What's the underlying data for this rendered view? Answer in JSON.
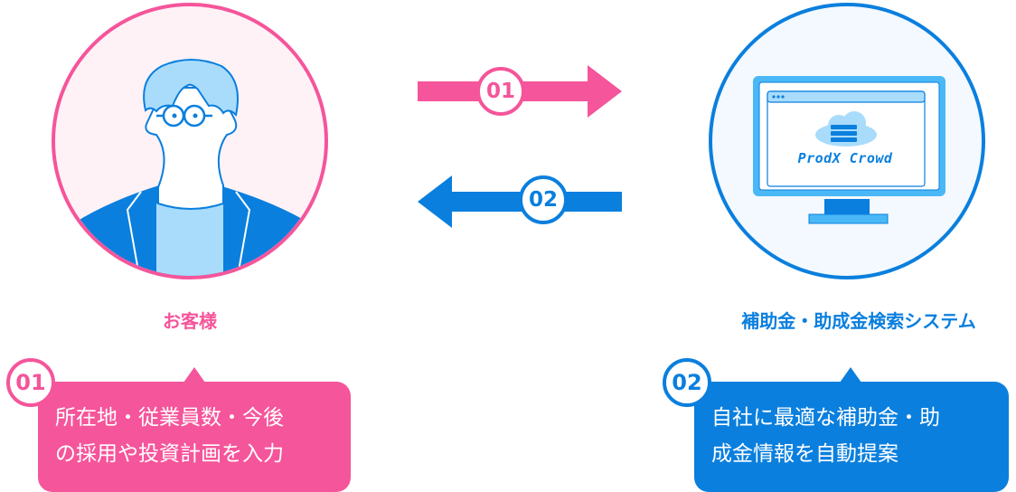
{
  "colors": {
    "customer_pink": "#f5559a",
    "system_blue": "#0a7fde",
    "light_blue": "#a9dcfb"
  },
  "customer": {
    "label": "お客様",
    "step_number": "01",
    "description_line1": "所在地・従業員数・今後",
    "description_line2": "の採用や投資計画を入力",
    "icon": "person-with-glasses-icon"
  },
  "system": {
    "label": "補助金・助成金検索システム",
    "step_number": "02",
    "description_line1": "自社に最適な補助金・助",
    "description_line2": "成金情報を自動提案",
    "icon": "monitor-icon",
    "screen_logo": "ProdX Crowd"
  },
  "arrows": [
    {
      "number": "01",
      "direction": "right",
      "icon": "arrow-right-icon"
    },
    {
      "number": "02",
      "direction": "left",
      "icon": "arrow-left-icon"
    }
  ]
}
